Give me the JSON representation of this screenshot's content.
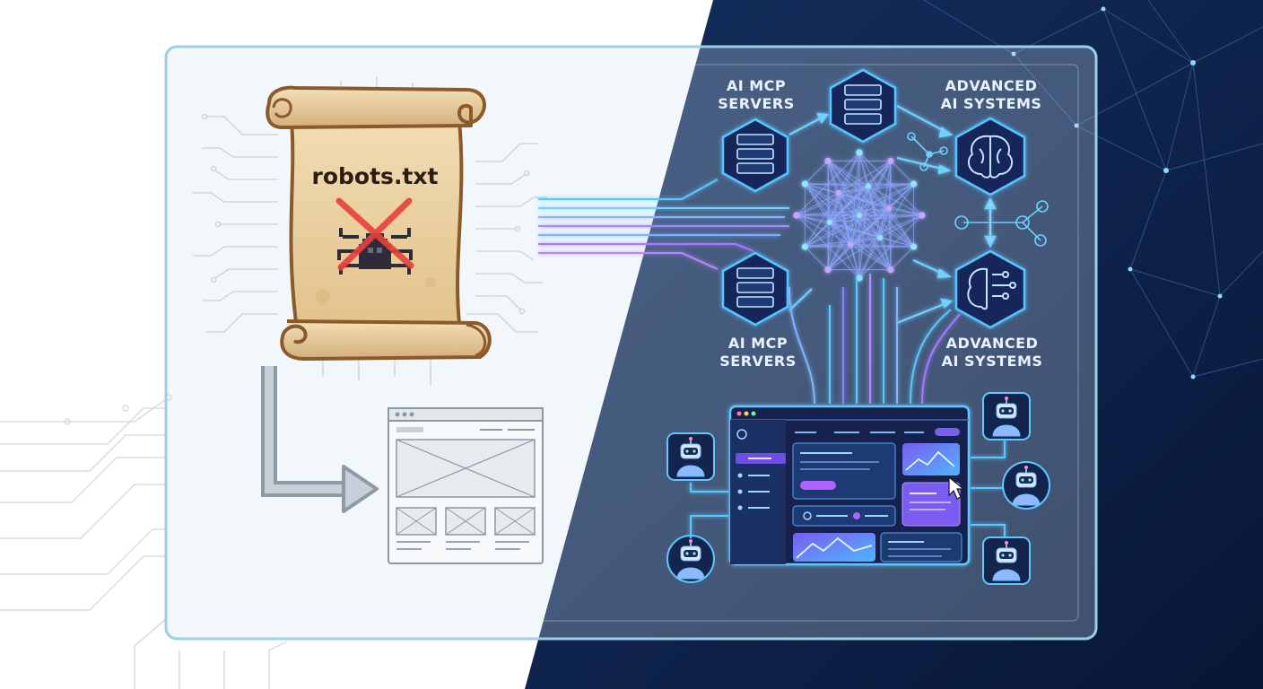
{
  "scroll": {
    "title": "robots.txt"
  },
  "nodes": {
    "mcp_top_label": [
      "AI MCP",
      "SERVERS"
    ],
    "mcp_bottom_label": [
      "AI MCP",
      "SERVERS"
    ],
    "advanced_top_label": [
      "ADVANCED",
      "AI SYSTEMS"
    ],
    "advanced_bottom_label": [
      "ADVANCED",
      "AI SYSTEMS"
    ]
  },
  "icons": {
    "scroll": "parchment-scroll-icon",
    "crawler": "spider-bug-icon",
    "blocked": "red-x-icon",
    "wireframe": "webpage-wireframe-icon",
    "server": "server-rack-icon",
    "brain": "ai-brain-icon",
    "neural_net": "neural-network-icon",
    "dashboard": "app-dashboard-icon",
    "robot": "robot-agent-icon",
    "cursor": "mouse-cursor-icon"
  },
  "colors": {
    "light_bg": "#eef4f9",
    "dark_bg": "#0b1b3a",
    "accent_cyan": "#4fd6ff",
    "accent_violet": "#a77bff",
    "parchment": "#ecd3a4",
    "block_red": "#e8413a",
    "arrow_gray": "#8c99a7"
  }
}
